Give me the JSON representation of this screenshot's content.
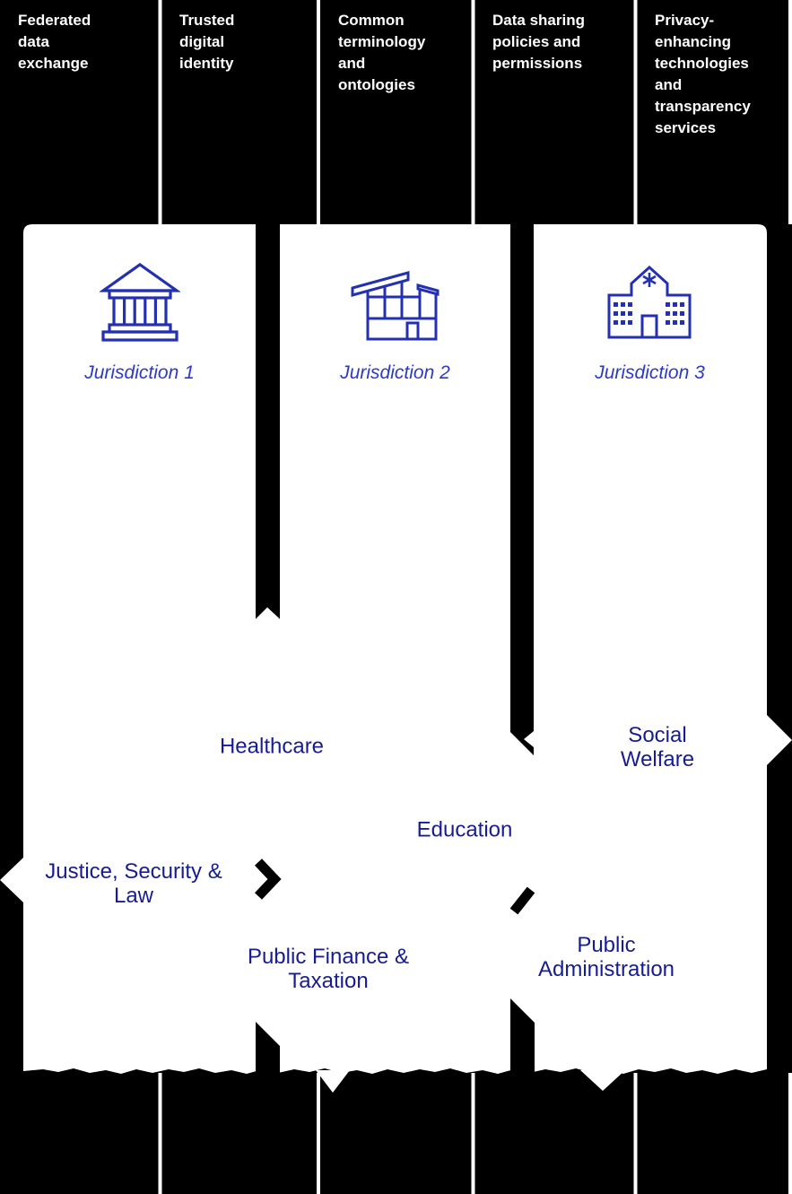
{
  "top_band": {
    "columns": [
      {
        "label": "Federated\ndata\nexchange"
      },
      {
        "label": "Trusted\ndigital\nidentity"
      },
      {
        "label": "Common\nterminology\nand\nontologies"
      },
      {
        "label": "Data sharing\npolicies and\npermissions"
      },
      {
        "label": "Privacy-\nenhancing\ntechnologies\nand\ntransparency\nservices"
      }
    ]
  },
  "jurisdictions": [
    {
      "label": "Jurisdiction 1",
      "icon": "bank-building-icon"
    },
    {
      "label": "Jurisdiction 2",
      "icon": "modern-building-icon"
    },
    {
      "label": "Jurisdiction 3",
      "icon": "hospital-building-icon"
    }
  ],
  "sectors": [
    {
      "id": "healthcare",
      "label": "Healthcare"
    },
    {
      "id": "social-welfare",
      "label": "Social\nWelfare"
    },
    {
      "id": "education",
      "label": "Education"
    },
    {
      "id": "justice-security-law",
      "label": "Justice, Security &\nLaw"
    },
    {
      "id": "public-finance-taxation",
      "label": "Public Finance &\nTaxation"
    },
    {
      "id": "public-administration",
      "label": "Public\nAdministration"
    }
  ],
  "colors": {
    "background": "#000000",
    "panel": "#ffffff",
    "icon_blue": "#2330b0",
    "jurisdiction_text_blue": "#2c3ac4",
    "sector_text_navy": "#171c92",
    "top_text": "#ffffff"
  }
}
